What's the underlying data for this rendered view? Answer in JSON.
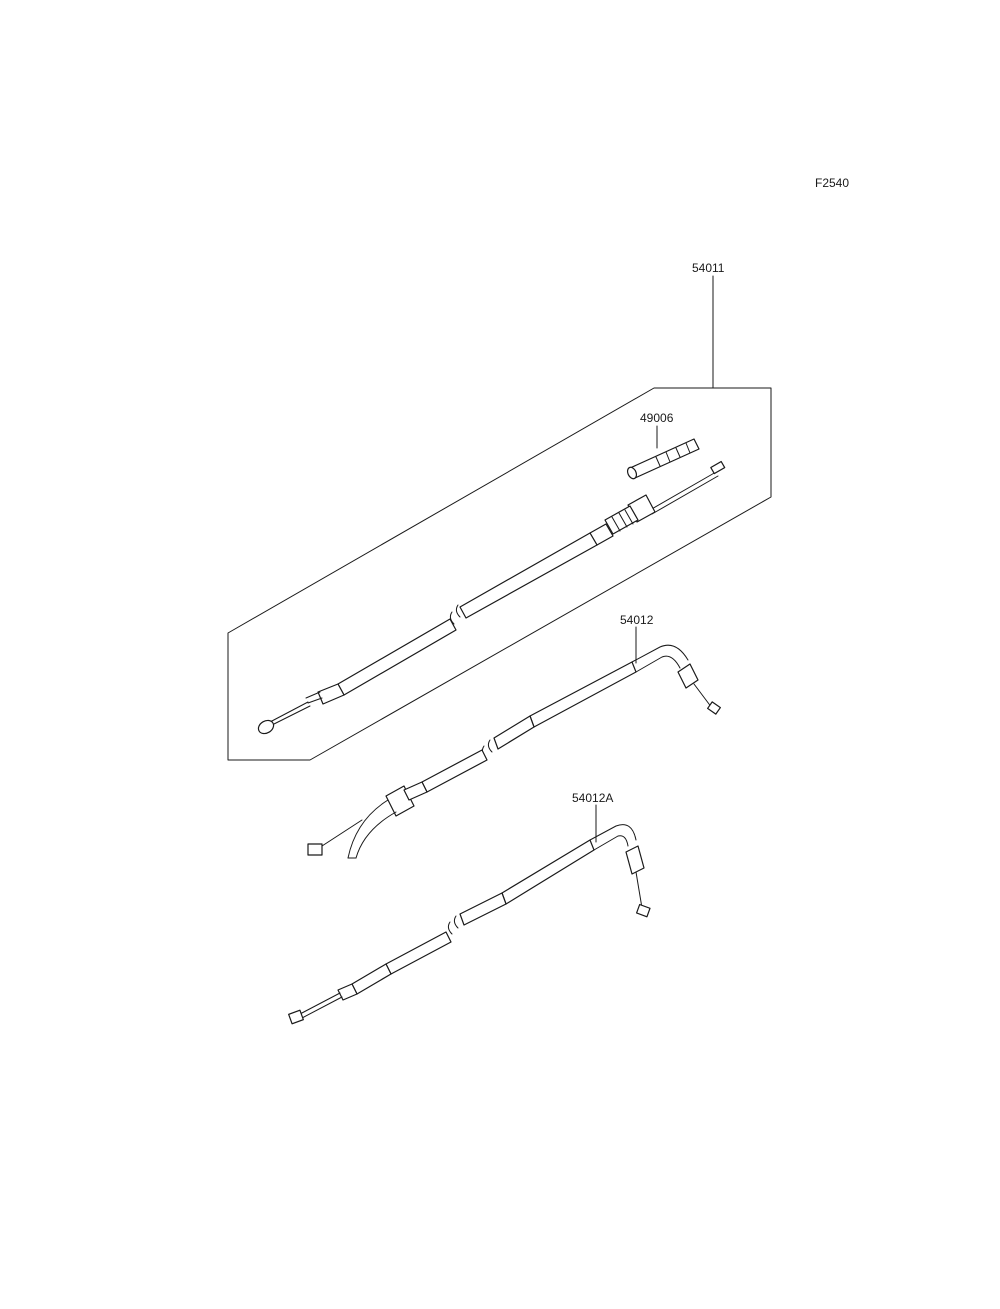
{
  "figure_code": "F2540",
  "parts": [
    {
      "id": "clutch-cable",
      "part_number": "54011"
    },
    {
      "id": "boot",
      "part_number": "49006"
    },
    {
      "id": "throttle-cable-open",
      "part_number": "54012"
    },
    {
      "id": "throttle-cable-close",
      "part_number": "54012A"
    }
  ],
  "colors": {
    "line": "#1a1a1a",
    "background": "#ffffff"
  }
}
